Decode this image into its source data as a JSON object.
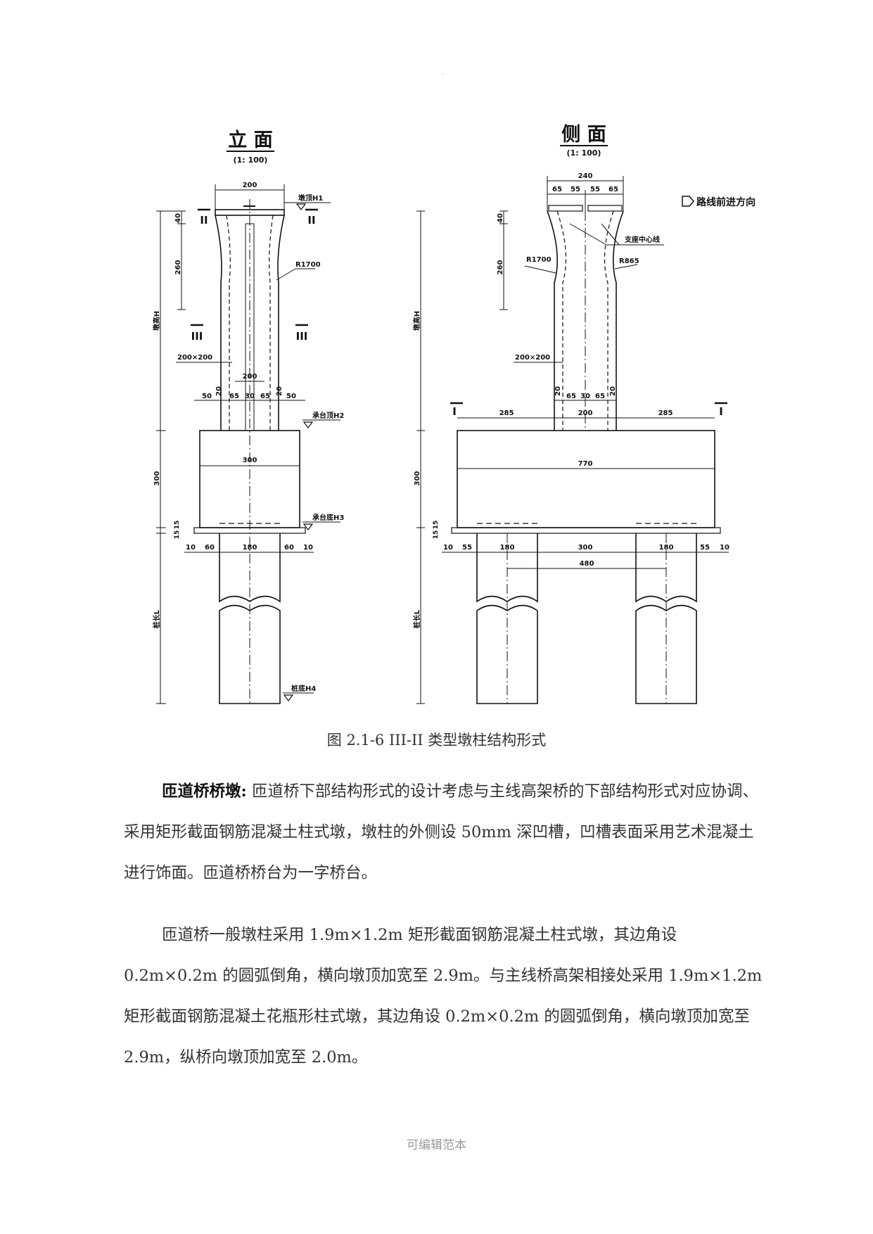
{
  "header_mark": ".",
  "drawing": {
    "elevation_title": "立 面",
    "elevation_scale": "(1: 100)",
    "side_title": "侧 面",
    "side_scale": "(1: 100)",
    "direction_note": "路线前进方向",
    "labels": {
      "dunding": "墩顶H1",
      "chengtai_top": "承台顶H2",
      "chengtai_bottom": "承台底H3",
      "zhuangdi": "桩底H4",
      "bearing_center": "支座中心线",
      "r1700": "R1700",
      "r865": "R865",
      "pier_height": "墩高H",
      "pile_length": "桩长L",
      "section_200x200": "200×200",
      "sec_I": "I",
      "sec_II": "II",
      "sec_III": "III"
    },
    "dims": {
      "d200": "200",
      "d40": "40",
      "d260": "260",
      "d300": "300",
      "d15": "15",
      "d10": "10",
      "d60": "60",
      "d180": "180",
      "d50": "50",
      "d20": "20",
      "d65": "65",
      "d30": "30",
      "d240": "240",
      "d55": "55",
      "d285": "285",
      "d770": "770",
      "d480": "480"
    }
  },
  "caption": "图 2.1-6 III-II 类型墩柱结构形式",
  "para1": {
    "lead": "匝道桥桥墩:",
    "text": "匝道桥下部结构形式的设计考虑与主线高架桥的下部结构形式对应协调、采用矩形截面钢筋混凝土柱式墩，墩柱的外侧设 50mm 深凹槽，凹槽表面采用艺术混凝土进行饰面。匝道桥桥台为一字桥台。"
  },
  "para2": "匝道桥一般墩柱采用 1.9m×1.2m 矩形截面钢筋混凝土柱式墩，其边角设 0.2m×0.2m 的圆弧倒角，横向墩顶加宽至 2.9m。与主线桥高架相接处采用 1.9m×1.2m 矩形截面钢筋混凝土花瓶形柱式墩，其边角设 0.2m×0.2m 的圆弧倒角，横向墩顶加宽至 2.9m，纵桥向墩顶加宽至 2.0m。",
  "footer": "可编辑范本"
}
